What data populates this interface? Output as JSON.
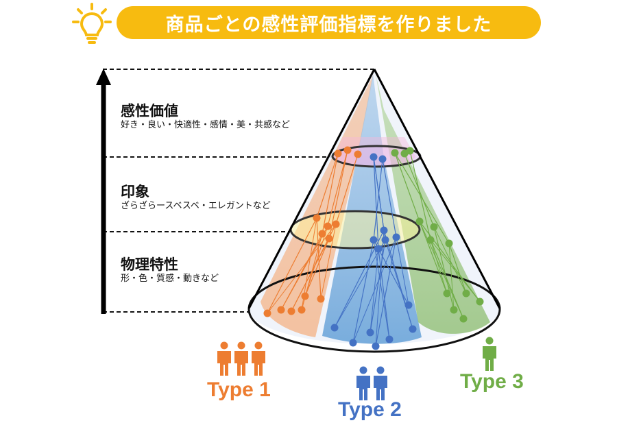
{
  "banner": {
    "title": "商品ごとの感性評価指標を作りました",
    "icon": "lightbulb-icon"
  },
  "levels": [
    {
      "title": "感性価値",
      "desc": "好き・良い・快適性・感情・美・共感など"
    },
    {
      "title": "印象",
      "desc": "ざらざらースベスベ・エレガントなど"
    },
    {
      "title": "物理特性",
      "desc": "形・色・質感・動きなど"
    }
  ],
  "types": [
    {
      "label": "Type 1",
      "color": "#ed7d31",
      "people": 3
    },
    {
      "label": "Type 2",
      "color": "#4472c4",
      "people": 2
    },
    {
      "label": "Type 3",
      "color": "#70ad47",
      "people": 1
    }
  ]
}
